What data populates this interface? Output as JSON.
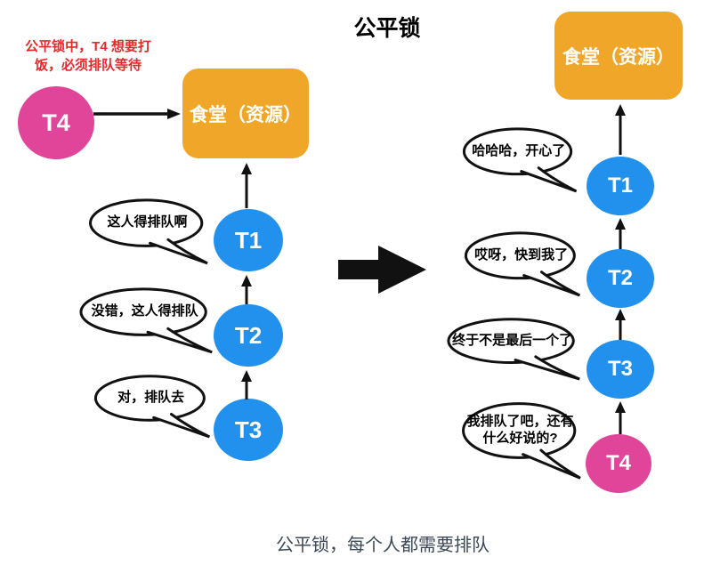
{
  "title": "公平锁",
  "caption": "公平锁，每个人都需要排队",
  "annotation": {
    "line1": "公平锁中，T4 想要打",
    "line2": "饭，必须排队等待"
  },
  "left_panel": {
    "canteen_label": "食堂（资源）",
    "waiting_thread": "T4",
    "threads": [
      "T1",
      "T2",
      "T3"
    ],
    "bubbles": [
      "这人得排队啊",
      "没错，这人得排队",
      "对，排队去"
    ]
  },
  "right_panel": {
    "canteen_label": "食堂（资源）",
    "threads": [
      "T1",
      "T2",
      "T3",
      "T4"
    ],
    "bubbles": [
      "哈哈哈，开心了",
      "哎呀，快到我了",
      "终于不是最后一个了",
      "我排队了吧，还有什么好说的?"
    ]
  },
  "colors": {
    "orange": "#F0A629",
    "blue": "#2191ED",
    "pink": "#E0459A",
    "red": "#E42A2A",
    "caption": "#3C4858",
    "ink": "#111111"
  }
}
